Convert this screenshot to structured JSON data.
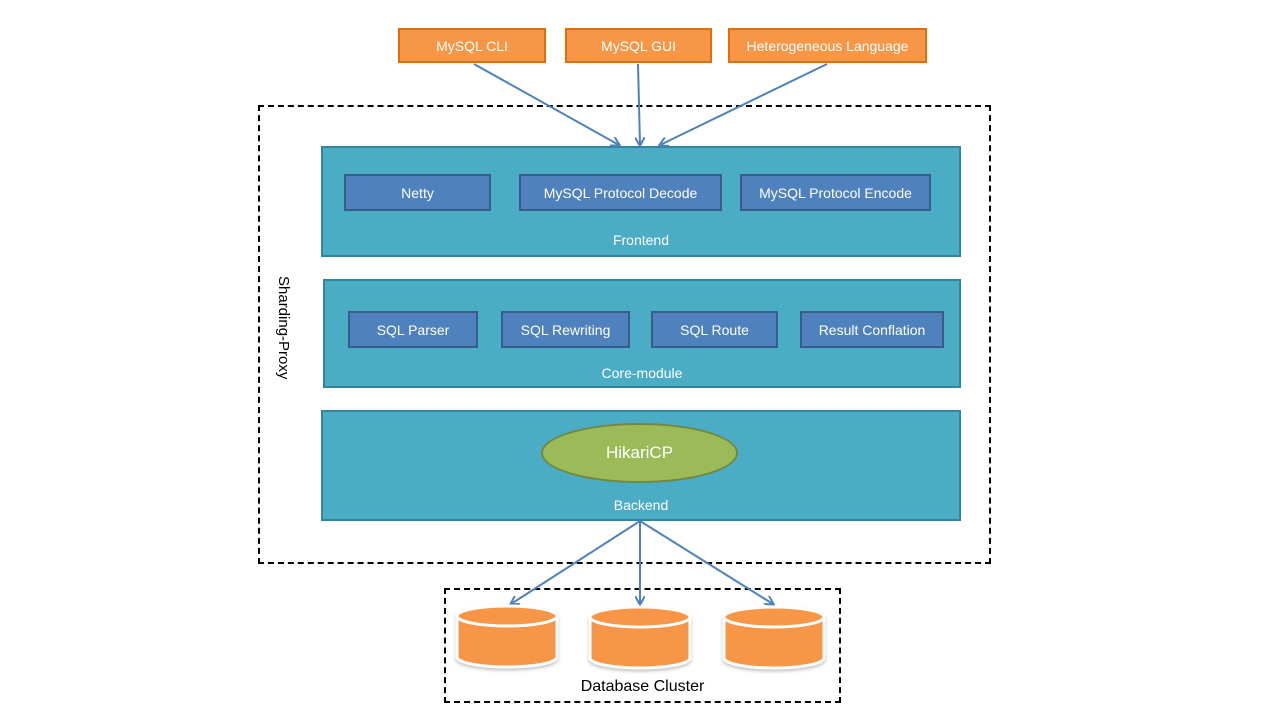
{
  "diagram": {
    "clients": [
      {
        "label": "MySQL CLI"
      },
      {
        "label": "MySQL GUI"
      },
      {
        "label": "Heterogeneous Language"
      }
    ],
    "proxy": {
      "label": "Sharding-Proxy",
      "layers": {
        "frontend": {
          "label": "Frontend",
          "modules": [
            {
              "label": "Netty"
            },
            {
              "label": "MySQL Protocol Decode"
            },
            {
              "label": "MySQL Protocol Encode"
            }
          ]
        },
        "core": {
          "label": "Core-module",
          "modules": [
            {
              "label": "SQL Parser"
            },
            {
              "label": "SQL Rewriting"
            },
            {
              "label": "SQL Route"
            },
            {
              "label": "Result Conflation"
            }
          ]
        },
        "backend": {
          "label": "Backend",
          "pool": {
            "label": "HikariCP"
          }
        }
      }
    },
    "database_cluster": {
      "label": "Database Cluster",
      "databases": 3,
      "icon": "database-cylinder-icon"
    },
    "colors": {
      "client_fill": "#F79646",
      "layer_fill": "#4BACC6",
      "module_fill": "#4F81BD",
      "pool_fill": "#9BBB59",
      "arrow": "#4F81BD",
      "database_fill": "#F79646"
    }
  }
}
